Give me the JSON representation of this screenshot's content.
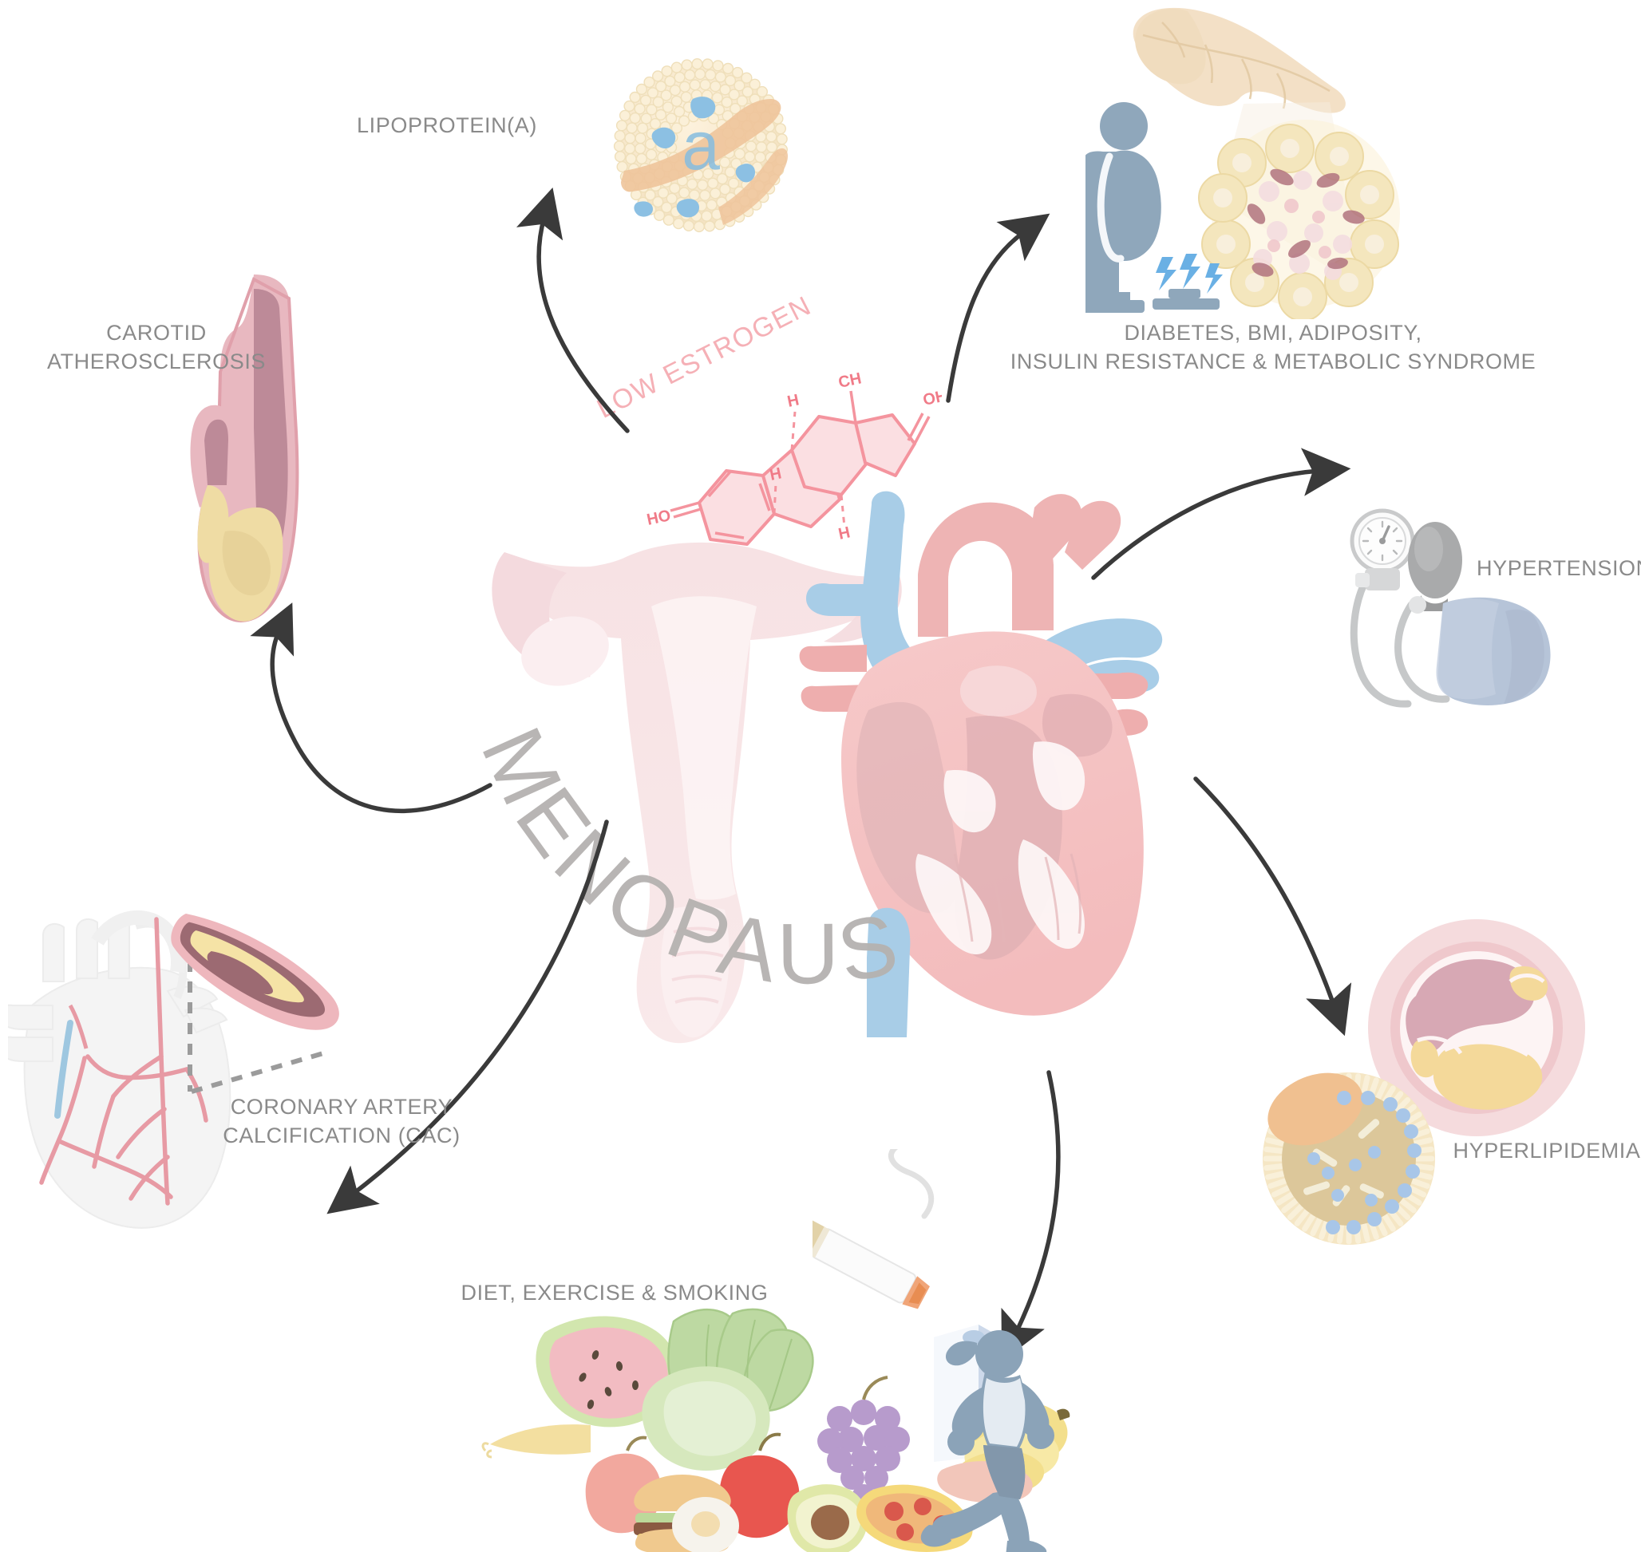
{
  "figure": {
    "center_label": "MENOPAUSE",
    "molecule_label": "LOW ESTROGEN",
    "molecule_atoms": {
      "ch3": "CH",
      "oh": "OH",
      "h_top": "H",
      "h_mid": "H",
      "h_right": "H",
      "ho": "HO"
    },
    "lp_a_particle_letter": "a",
    "background": "#ffffff",
    "colors": {
      "label_gray": "#8a8a8a",
      "center_text_gray": "#b0b0b0",
      "arrow_dark": "#3a3a3a",
      "estrogen_pink": "#f4a0a8",
      "heart_pink": "#f0b9bc",
      "vessel_blue": "#a8cfe8",
      "uterus_pink": "#f6dfe2",
      "plaque_yellow": "#f2dfa0",
      "lipid_cream": "#f6e7c8",
      "figure_blue": "#8ba3b8"
    }
  },
  "nodes": [
    {
      "id": "carotid",
      "label": "CAROTID\nATHEROSCLEROSIS",
      "icon": "carotid-artery-plaque-icon",
      "position": "left-top"
    },
    {
      "id": "lipoprotein",
      "label": "LIPOPROTEIN(A)",
      "icon": "lipoprotein-a-particle-icon",
      "position": "top-left"
    },
    {
      "id": "diabetes",
      "label": "DIABETES, BMI, ADIPOSITY,\nINSULIN RESISTANCE & METABOLIC SYNDROME",
      "icon": "pancreas-obesity-islet-icon",
      "position": "top-right"
    },
    {
      "id": "hypertension",
      "label": "HYPERTENSION",
      "icon": "blood-pressure-cuff-icon",
      "position": "right-top"
    },
    {
      "id": "hyperlipidemia",
      "label": "HYPERLIPIDEMIA",
      "icon": "artery-plaque-ldl-particle-icon",
      "position": "right-bottom"
    },
    {
      "id": "lifestyle",
      "label": "DIET, EXERCISE & SMOKING",
      "icon": "food-cigarette-runner-icon",
      "position": "bottom"
    },
    {
      "id": "cac",
      "label": "CORONARY ARTERY\nCALCIFICATION (CAC)",
      "icon": "heart-coronary-calcification-icon",
      "position": "bottom-left"
    }
  ],
  "arrows": [
    {
      "id": "arrow-to-lipoprotein",
      "direction": "up-left"
    },
    {
      "id": "arrow-to-diabetes",
      "direction": "up-right"
    },
    {
      "id": "arrow-to-hypertension",
      "direction": "right-up"
    },
    {
      "id": "arrow-to-hyperlipidemia",
      "direction": "right-down"
    },
    {
      "id": "arrow-to-lifestyle",
      "direction": "down-right"
    },
    {
      "id": "arrow-to-cac",
      "direction": "down-left"
    },
    {
      "id": "arrow-to-carotid",
      "direction": "up-left-outer"
    }
  ]
}
